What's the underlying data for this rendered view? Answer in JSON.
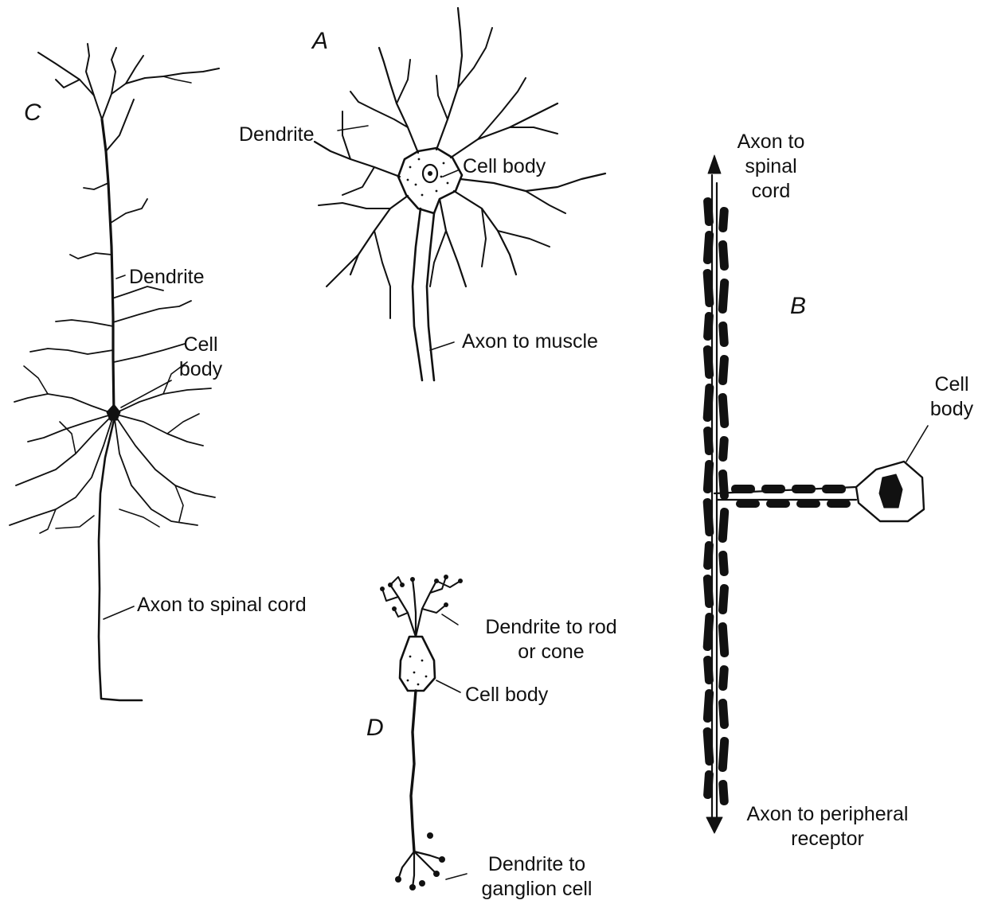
{
  "panels": {
    "A": {
      "letter": "A",
      "dendrite": "Dendrite",
      "cell_body": "Cell body",
      "axon": "Axon to muscle"
    },
    "B": {
      "letter": "B",
      "axon_up_1": "Axon to",
      "axon_up_2": "spinal",
      "axon_up_3": "cord",
      "cell_body_1": "Cell",
      "cell_body_2": "body",
      "axon_down_1": "Axon to peripheral",
      "axon_down_2": "receptor"
    },
    "C": {
      "letter": "C",
      "dendrite": "Dendrite",
      "cell_body_1": "Cell",
      "cell_body_2": "body",
      "axon": "Axon to spinal cord"
    },
    "D": {
      "letter": "D",
      "dendrite_top_1": "Dendrite to rod",
      "dendrite_top_2": "or cone",
      "cell_body": "Cell body",
      "dendrite_bottom_1": "Dendrite to",
      "dendrite_bottom_2": "ganglion cell"
    }
  }
}
